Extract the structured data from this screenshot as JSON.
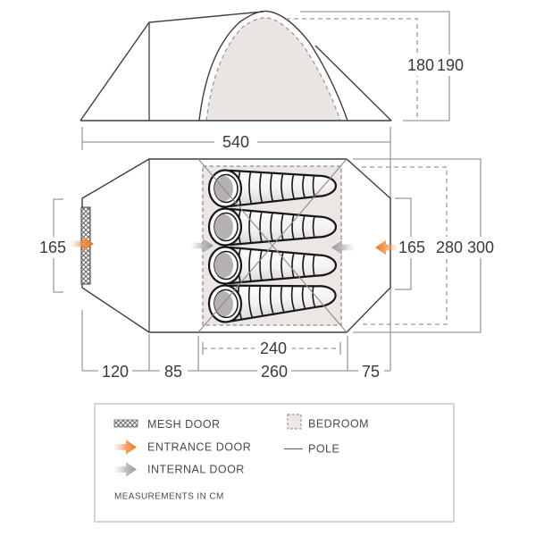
{
  "side_view": {
    "length": "540",
    "inner_height": "180",
    "outer_height": "190"
  },
  "floor_plan": {
    "left_door_height": "165",
    "right_door_height": "165",
    "inner_width": "280",
    "outer_width": "300",
    "porch_depth": "120",
    "living_depth": "85",
    "bedroom_depth": "260",
    "rear_depth": "75",
    "bedroom_width": "240",
    "sleeping_bag_count": 4
  },
  "legend": {
    "mesh_door": "MESH DOOR",
    "entrance_door": "ENTRANCE DOOR",
    "internal_door": "INTERNAL DOOR",
    "bedroom": "BEDROOM",
    "pole": "POLE",
    "note": "MEASUREMENTS IN CM"
  },
  "colors": {
    "accent_orange": "#ec7c28",
    "dimension_gray": "#9b9b9b",
    "outline_dark": "#3f3f3f",
    "bedroom_fill": "#ece7e4",
    "pillow_gray": "#b4b1b0"
  }
}
